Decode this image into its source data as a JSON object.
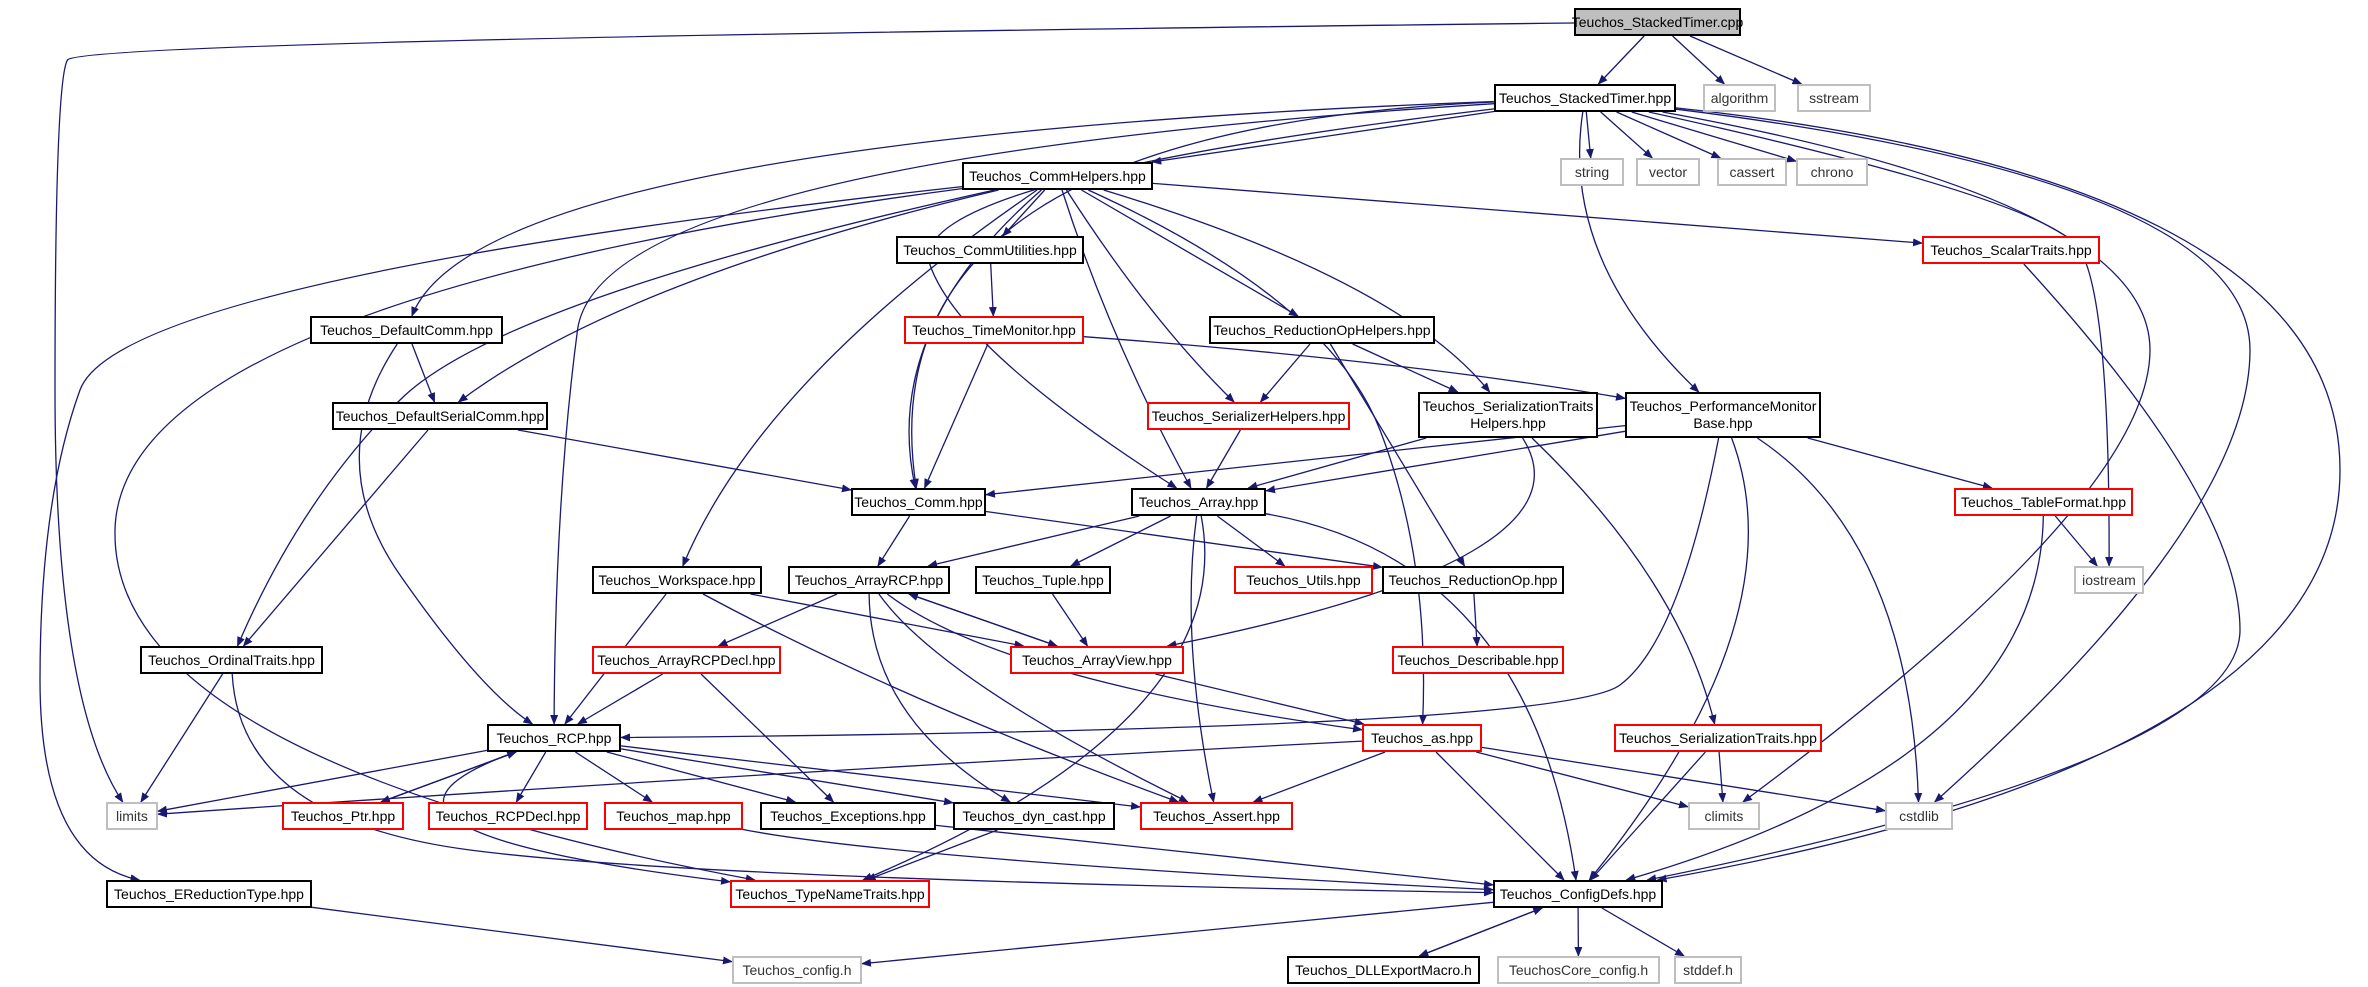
{
  "nodes": {
    "stacked_timer_cpp": "Teuchos_StackedTimer.cpp",
    "stacked_timer_hpp": "Teuchos_StackedTimer.hpp",
    "algorithm": "algorithm",
    "sstream": "sstream",
    "string": "string",
    "vector": "vector",
    "cassert": "cassert",
    "chrono": "chrono",
    "comm_helpers": "Teuchos_CommHelpers.hpp",
    "comm_utilities": "Teuchos_CommUtilities.hpp",
    "scalar_traits": "Teuchos_ScalarTraits.hpp",
    "default_comm": "Teuchos_DefaultComm.hpp",
    "time_monitor": "Teuchos_TimeMonitor.hpp",
    "reduction_op_helpers": "Teuchos_ReductionOpHelpers.hpp",
    "default_serial_comm": "Teuchos_DefaultSerialComm.hpp",
    "serializer_helpers": "Teuchos_SerializerHelpers.hpp",
    "serialization_traits_helpers": "Teuchos_SerializationTraits\nHelpers.hpp",
    "performance_monitor_base": "Teuchos_PerformanceMonitor\nBase.hpp",
    "comm": "Teuchos_Comm.hpp",
    "array": "Teuchos_Array.hpp",
    "table_format": "Teuchos_TableFormat.hpp",
    "workspace": "Teuchos_Workspace.hpp",
    "array_rcp": "Teuchos_ArrayRCP.hpp",
    "tuple": "Teuchos_Tuple.hpp",
    "utils": "Teuchos_Utils.hpp",
    "reduction_op": "Teuchos_ReductionOp.hpp",
    "iostream": "iostream",
    "ordinal_traits": "Teuchos_OrdinalTraits.hpp",
    "array_rcp_decl": "Teuchos_ArrayRCPDecl.hpp",
    "array_view": "Teuchos_ArrayView.hpp",
    "describable": "Teuchos_Describable.hpp",
    "rcp": "Teuchos_RCP.hpp",
    "as": "Teuchos_as.hpp",
    "serialization_traits": "Teuchos_SerializationTraits.hpp",
    "limits": "limits",
    "ptr": "Teuchos_Ptr.hpp",
    "rcp_decl": "Teuchos_RCPDecl.hpp",
    "map": "Teuchos_map.hpp",
    "exceptions": "Teuchos_Exceptions.hpp",
    "dyn_cast": "Teuchos_dyn_cast.hpp",
    "assert": "Teuchos_Assert.hpp",
    "climits": "climits",
    "cstdlib": "cstdlib",
    "ereduction_type": "Teuchos_EReductionType.hpp",
    "type_name_traits": "Teuchos_TypeNameTraits.hpp",
    "config_defs": "Teuchos_ConfigDefs.hpp",
    "config_h": "Teuchos_config.h",
    "dll_export_macro": "Teuchos_DLLExportMacro.h",
    "teuchos_core_config": "TeuchosCore_config.h",
    "stddef": "stddef.h"
  },
  "colors": {
    "edge": "#191970",
    "documented_border": "#000000",
    "truncated_border": "#ff0000",
    "external_border": "#bfbfbf",
    "root_fill": "#bfbfbf"
  }
}
